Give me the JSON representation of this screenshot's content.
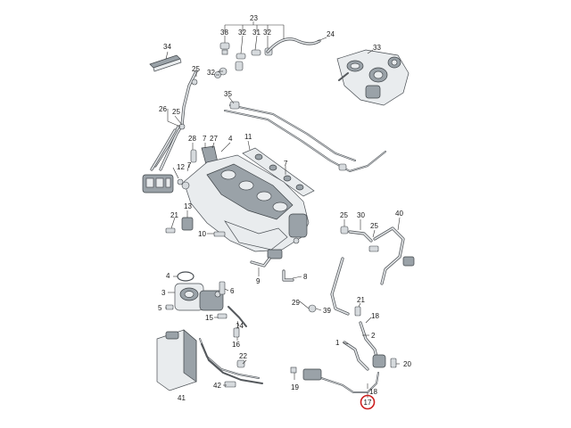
{
  "callouts": {
    "c23": "23",
    "c38": "38",
    "c32a": "32",
    "c31": "31",
    "c32b": "32",
    "c24": "24",
    "c34": "34",
    "c33": "33",
    "c25a": "25",
    "c32c": "32",
    "c35": "35",
    "c26": "26",
    "c25b": "25",
    "c28": "28",
    "c7a": "7",
    "c27": "27",
    "c4a": "4",
    "c11": "11",
    "c12": "12",
    "c7b": "7",
    "c21": "21",
    "c13": "13",
    "c10": "10",
    "c25c": "25",
    "c30": "30",
    "c25d": "25",
    "c40": "40",
    "c4b": "4",
    "c3": "3",
    "c6": "6",
    "c5": "5",
    "c15": "15",
    "c14": "14",
    "c16": "16",
    "c9": "9",
    "c8": "8",
    "c29": "29",
    "c39": "39",
    "c21b": "21",
    "c1": "1",
    "c18a": "18",
    "c2": "2",
    "c22": "22",
    "c20": "20",
    "c41": "41",
    "c42": "42",
    "c19": "19",
    "c18b": "18",
    "c17": "17"
  },
  "colors": {
    "highlight": "#cc1f1f",
    "line": "#333333"
  }
}
